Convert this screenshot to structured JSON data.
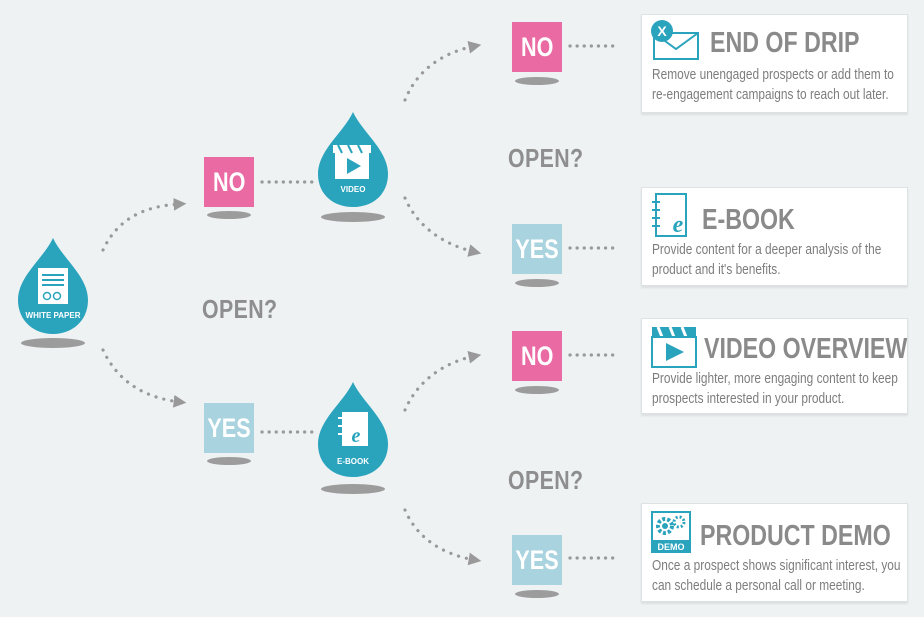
{
  "start": {
    "label": "WHITE PAPER"
  },
  "level1": {
    "question": "OPEN?",
    "no": {
      "label": "NO",
      "next_label": "VIDEO"
    },
    "yes": {
      "label": "YES",
      "next_label": "E-BOOK"
    }
  },
  "level2_video": {
    "question": "OPEN?",
    "no": {
      "label": "NO"
    },
    "yes": {
      "label": "YES"
    }
  },
  "level2_ebook": {
    "question": "OPEN?",
    "no": {
      "label": "NO"
    },
    "yes": {
      "label": "YES"
    }
  },
  "outcomes": [
    {
      "title": "END OF DRIP",
      "line1": "Remove unengaged prospects or add them to",
      "line2": "re-engagement campaigns to reach out later.",
      "icon": "envelope-x-icon",
      "badge": "X"
    },
    {
      "title": "E-BOOK",
      "line1": "Provide content for a deeper analysis of the",
      "line2": "product and it's benefits.",
      "icon": "ebook-icon",
      "badge": "e"
    },
    {
      "title": "VIDEO OVERVIEW",
      "line1": "Provide lighter, more engaging content to keep",
      "line2": "prospects interested in your product.",
      "icon": "video-clapper-icon",
      "badge": ""
    },
    {
      "title": "PRODUCT DEMO",
      "line1": "Once a prospect shows significant interest, you",
      "line2": "can schedule a personal call or meeting.",
      "icon": "gears-demo-icon",
      "badge": "DEMO"
    }
  ],
  "colors": {
    "drop": "#2aa3bd",
    "no": "#ea6aa4",
    "yes": "#a8d3df",
    "text": "#8e8e8e",
    "background": "#eef2f3"
  }
}
